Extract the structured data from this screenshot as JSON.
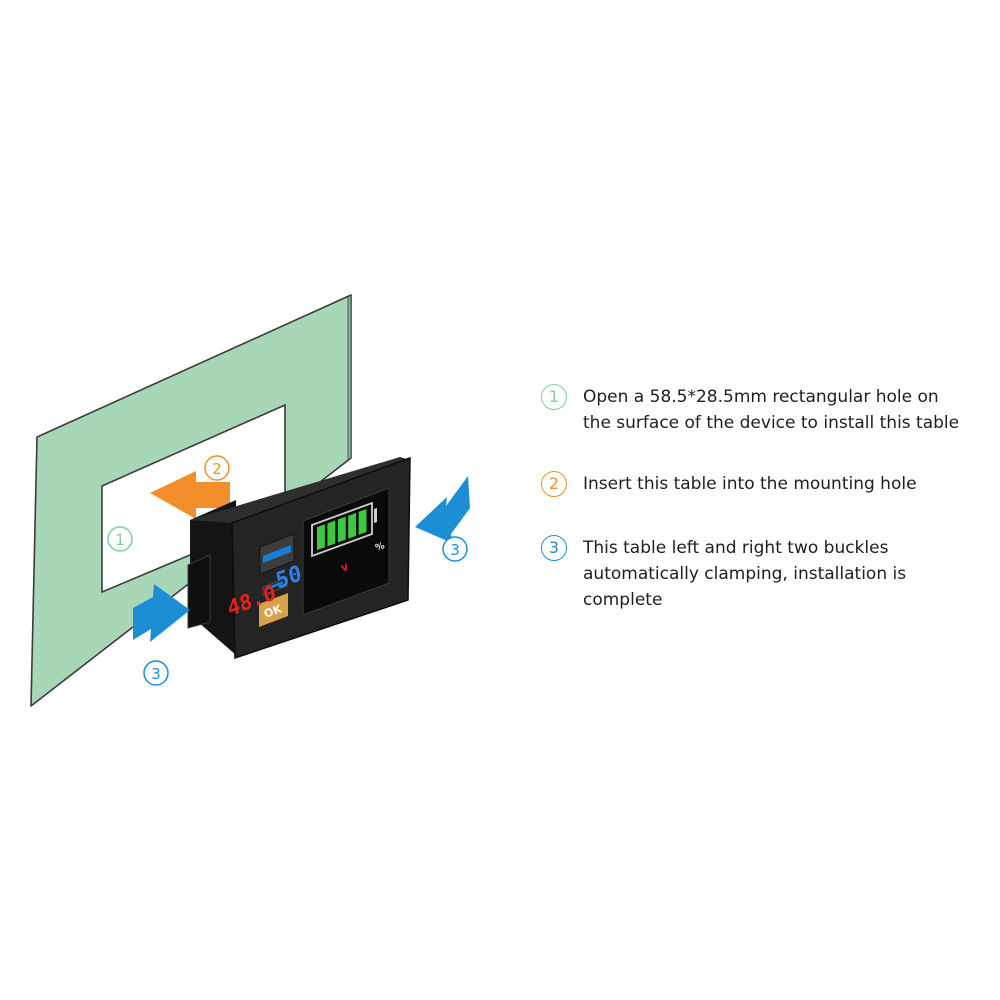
{
  "colors": {
    "panel": "#a7d7b7",
    "step1": "#82d09b",
    "step2": "#f28e2b",
    "step3": "#1b8ed6",
    "device_body": "#242424",
    "ok_button": "#d7a34a",
    "battery_fill": "#3ec83e",
    "voltage_digits": "#e32222",
    "percent_digits": "#2f7fe6"
  },
  "diagram": {
    "marker_1": "1",
    "marker_2": "2",
    "marker_3_right": "3",
    "marker_3_left": "3",
    "voltage_value": "48.0",
    "voltage_unit": "V",
    "percent_value": "50",
    "percent_unit": "%",
    "ok_label": "OK",
    "battery_level_bars": 5
  },
  "steps": [
    {
      "number": "1",
      "text": "Open a 58.5*28.5mm rectangular hole on the surface of the device to install this table"
    },
    {
      "number": "2",
      "text": "Insert this table into the mounting hole"
    },
    {
      "number": "3",
      "text": "This table left and right two buckles automatically clamping, installation is complete"
    }
  ]
}
